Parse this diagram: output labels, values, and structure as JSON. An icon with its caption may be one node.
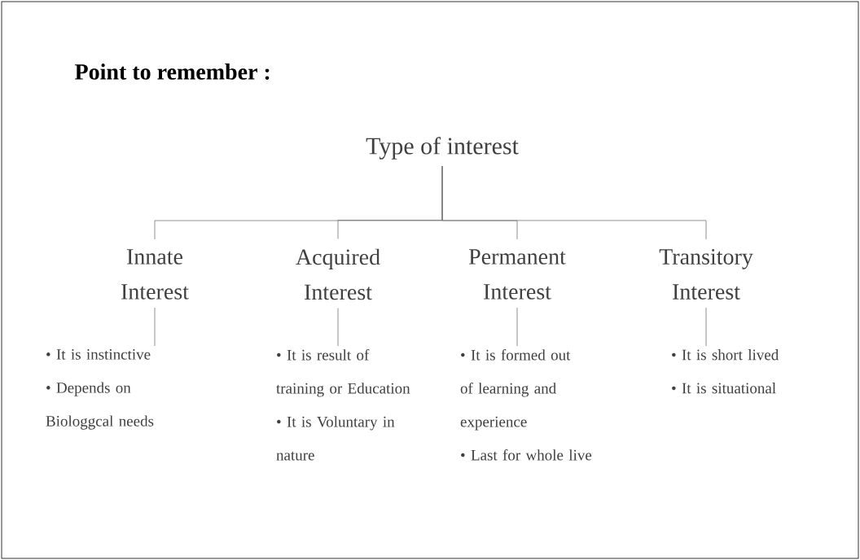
{
  "diagram": {
    "title": "Point to remember :",
    "nodes": [
      {
        "text": [
          "Type of interest"
        ]
      },
      {
        "text": [
          "Innate Interest"
        ]
      },
      {
        "text": [
          "Acquired Interest"
        ]
      },
      {
        "text": [
          "Permanent Interest"
        ]
      },
      {
        "text": [
          "Transitory Interest"
        ]
      },
      {
        "text": [
          "• It is instinctive",
          "• Depends on Biologgcal needs"
        ]
      },
      {
        "text": [
          "• It is result of training or Education",
          "• It is Voluntary in nature"
        ]
      },
      {
        "text": [
          "• It is formed out of learning and experience",
          "• Last for whole live"
        ]
      },
      {
        "text": [
          "• It is short lived",
          "• It is situational"
        ]
      }
    ],
    "edges": [
      {
        "from": 0,
        "to": 1,
        "arrow": "none"
      },
      {
        "from": 0,
        "to": 2,
        "arrow": "none"
      },
      {
        "from": 0,
        "to": 3,
        "arrow": "none"
      },
      {
        "from": 0,
        "to": 4,
        "arrow": "none"
      },
      {
        "from": 1,
        "to": 5,
        "arrow": "none"
      },
      {
        "from": 2,
        "to": 6,
        "arrow": "none"
      },
      {
        "from": 3,
        "to": 7,
        "arrow": "none"
      },
      {
        "from": 4,
        "to": 8,
        "arrow": "none"
      }
    ]
  }
}
